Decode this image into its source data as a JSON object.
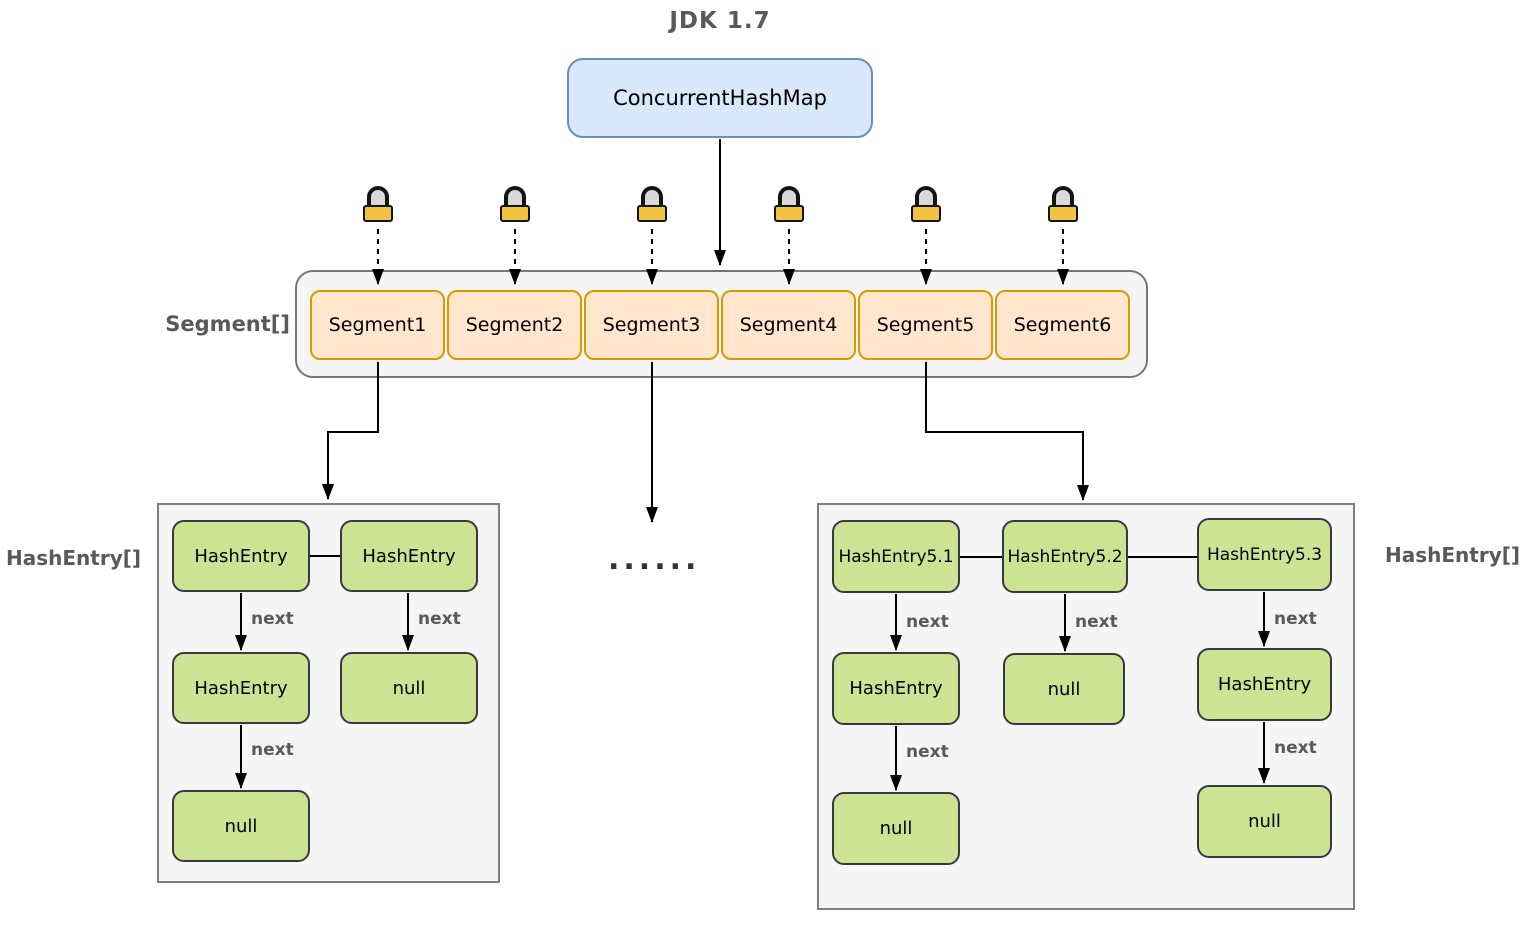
{
  "title": "JDK 1.7",
  "root": {
    "label": "ConcurrentHashMap"
  },
  "segment_array": {
    "label": "Segment[]",
    "items": [
      "Segment1",
      "Segment2",
      "Segment3",
      "Segment4",
      "Segment5",
      "Segment6"
    ]
  },
  "ellipsis": "......",
  "edge_label": "next",
  "left_bucket": {
    "label": "HashEntry[]",
    "nodes": {
      "r1c1": "HashEntry",
      "r1c2": "HashEntry",
      "r2c1": "HashEntry",
      "r2c2": "null",
      "r3c1": "null"
    }
  },
  "right_bucket": {
    "label": "HashEntry[]",
    "nodes": {
      "r1c1": "HashEntry5.1",
      "r1c2": "HashEntry5.2",
      "r1c3": "HashEntry5.3",
      "r2c1": "HashEntry",
      "r2c2": "null",
      "r2c3": "HashEntry",
      "r3c1": "null",
      "r3c3": "null"
    }
  },
  "icons": {
    "lock": "padlock"
  },
  "colors": {
    "node_blue": "#dae8fc",
    "node_blue_border": "#6c8ebf",
    "segment_fill": "#ffe6cc",
    "segment_border": "#d79b00",
    "container_fill": "#f5f5f5",
    "entry_fill": "#cde394",
    "label_gray": "#595959",
    "lock_body": "#f2c342"
  }
}
